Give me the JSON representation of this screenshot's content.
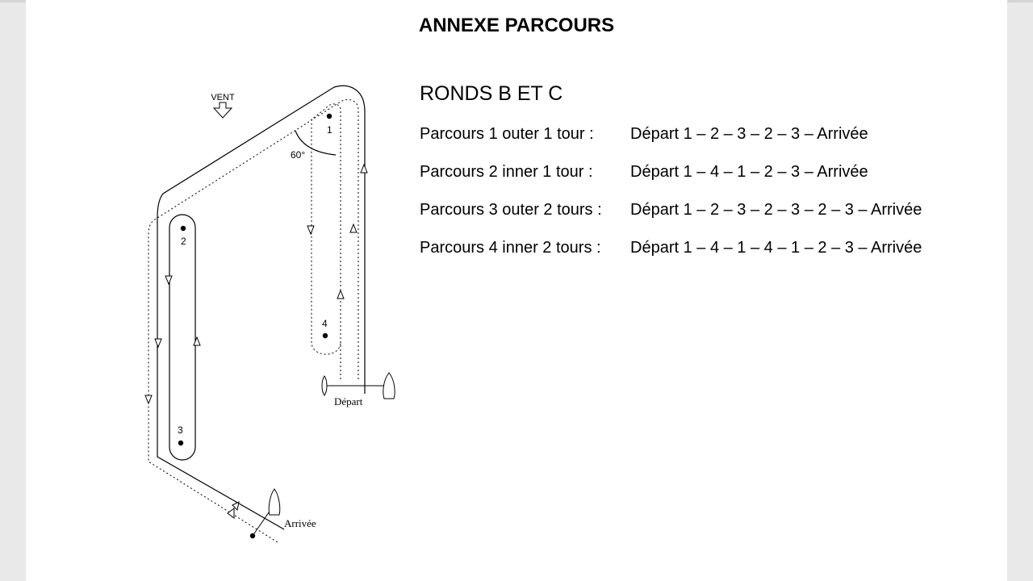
{
  "document": {
    "title": "ANNEXE PARCOURS"
  },
  "diagram": {
    "wind_label": "VENT",
    "marks": [
      "1",
      "2",
      "3",
      "4"
    ],
    "angle_label": "60°",
    "start_label": "Départ",
    "finish_label": "Arrivée"
  },
  "section": {
    "title": "RONDS B ET C",
    "courses": [
      {
        "label": "Parcours 1 outer 1 tour :",
        "sequence": "Départ 1 – 2 – 3 – 2 – 3 – Arrivée"
      },
      {
        "label": "Parcours 2 inner 1 tour :",
        "sequence": "Départ 1 – 4 – 1 – 2 – 3 – Arrivée"
      },
      {
        "label": "Parcours 3 outer 2 tours :",
        "sequence": "Départ 1 – 2 – 3 – 2 – 3 – 2 – 3 – Arrivée"
      },
      {
        "label": "Parcours 4 inner 2 tours :",
        "sequence": "Départ 1 – 4 – 1 – 4 – 1 – 2 – 3 – Arrivée"
      }
    ]
  }
}
